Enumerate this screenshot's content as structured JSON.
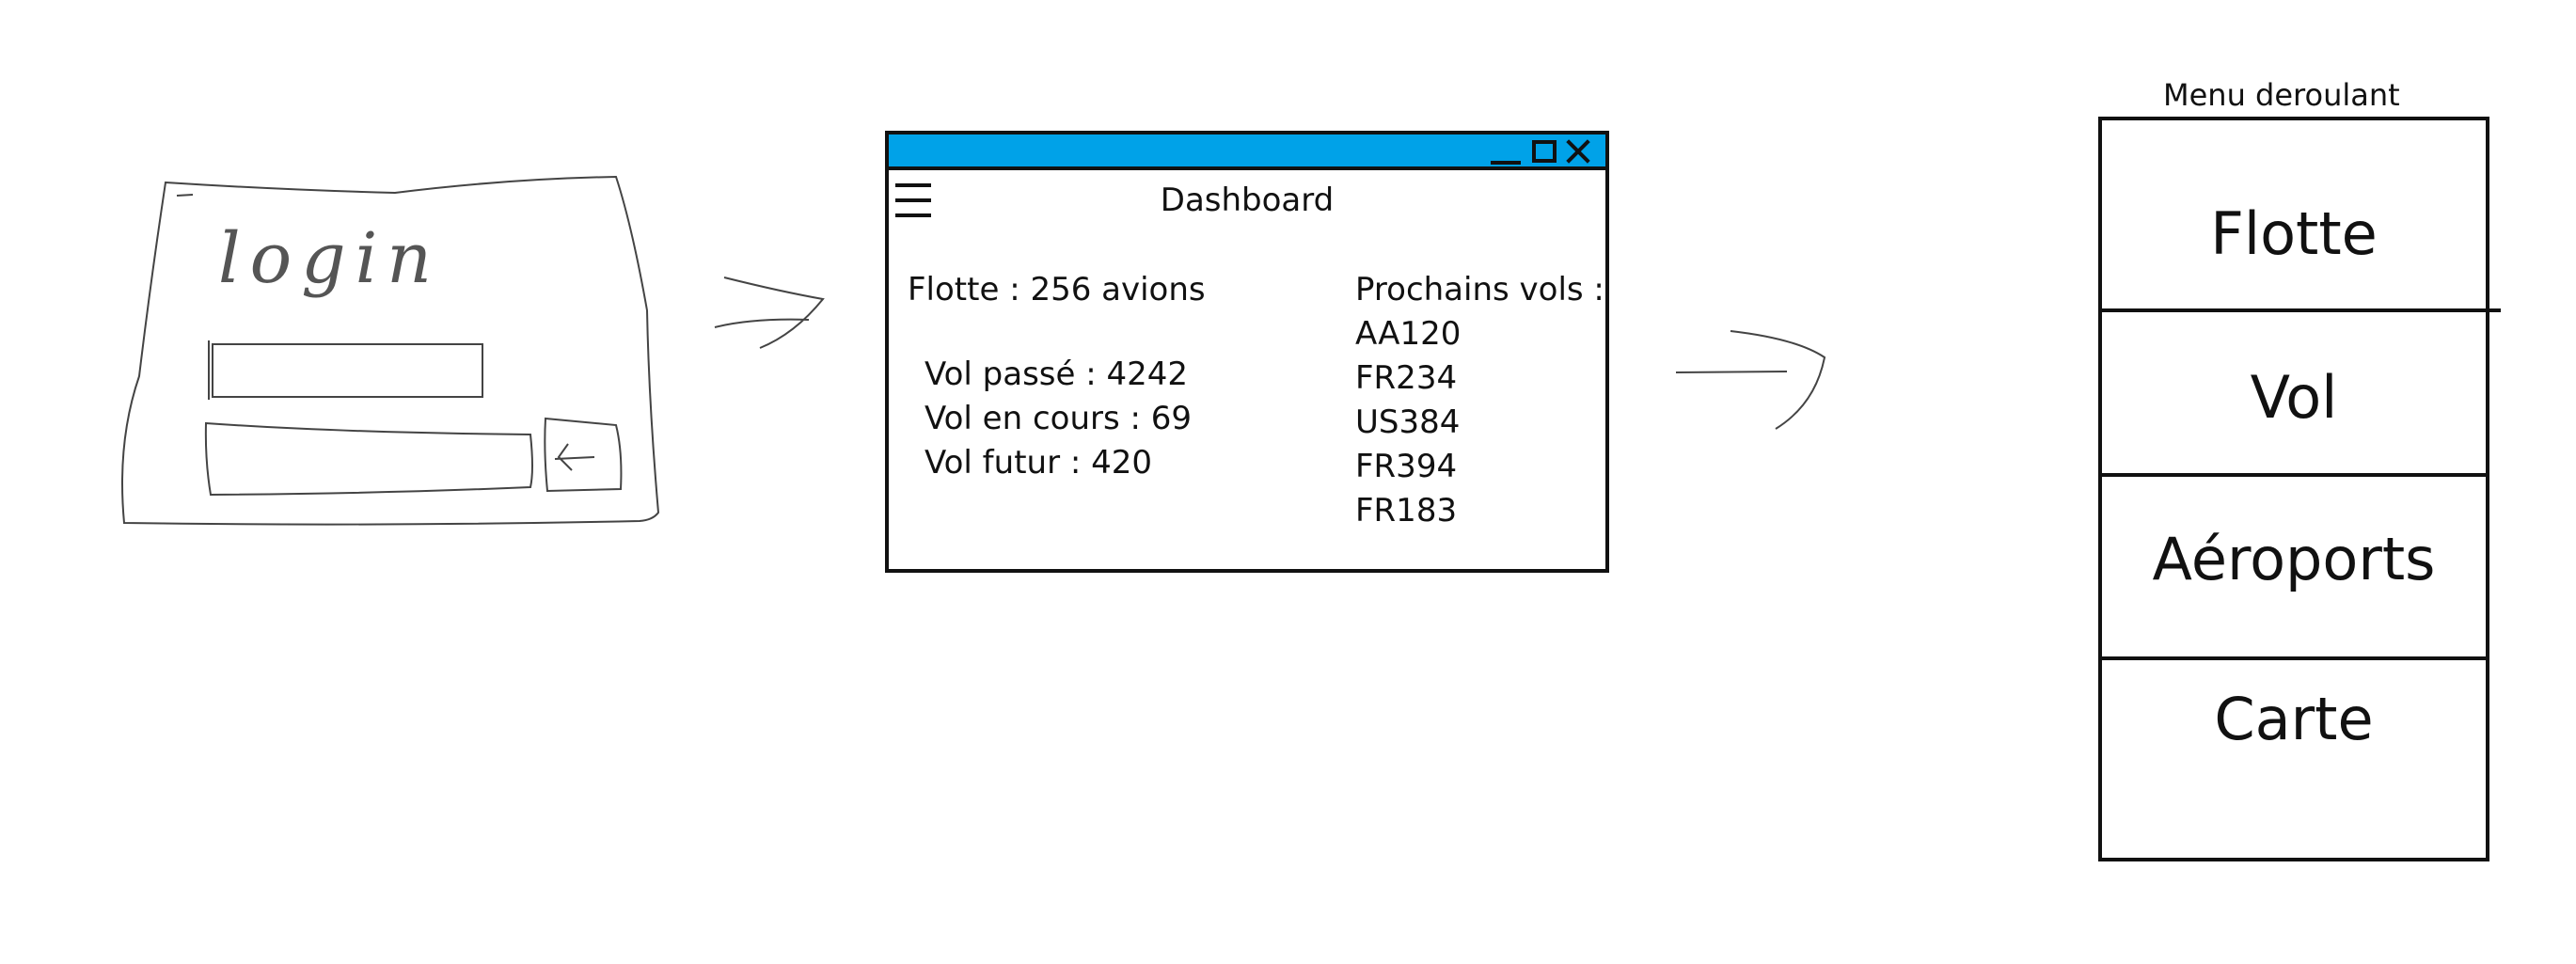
{
  "login_sketch": {
    "title": "login"
  },
  "dashboard": {
    "title": "Dashboard",
    "fleet": "Flotte : 256 avions",
    "flights": [
      "Vol passé : 4242",
      "Vol en cours : 69",
      "Vol futur : 420"
    ],
    "upcoming_title": "Prochains vols :",
    "upcoming": [
      "AA120",
      "FR234",
      "US384",
      "FR394",
      "FR183"
    ],
    "titlebar_color": "#00a2e8"
  },
  "menu": {
    "title": "Menu deroulant",
    "items": [
      "Flotte",
      "Vol",
      "Aéroports",
      "Carte"
    ]
  },
  "icons": [
    "hamburger-icon",
    "minimize-icon",
    "maximize-icon",
    "close-icon",
    "arrow-icon"
  ]
}
